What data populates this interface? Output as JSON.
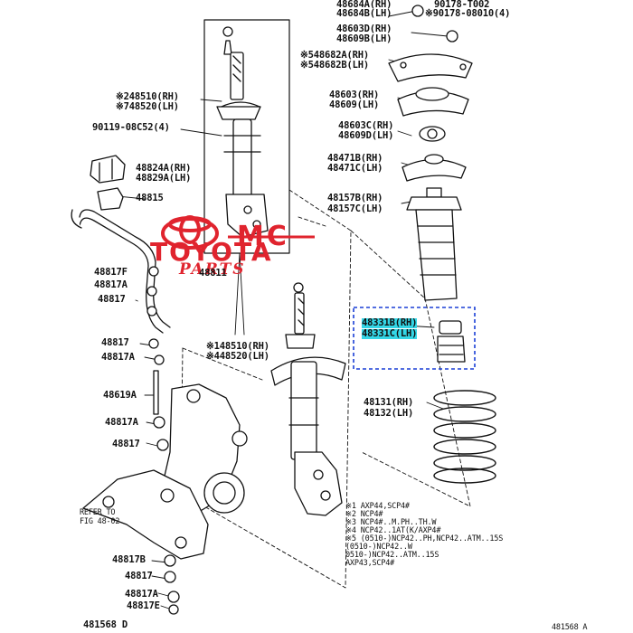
{
  "watermark": {
    "line1": "MC",
    "line2": "TOYOTA",
    "line3": "PARTS"
  },
  "labels": {
    "l01": "48684A(RH)",
    "l02": "48684B(LH)",
    "l03": "90178-T002",
    "l04": "※90178-08010(4)",
    "l05": "48603D(RH)",
    "l06": "48609B(LH)",
    "l07": "※548682A(RH)",
    "l08": "※548682B(LH)",
    "l09": "48603(RH)",
    "l10": "48609(LH)",
    "l11": "48603C(RH)",
    "l12": "48609D(LH)",
    "l13": "48471B(RH)",
    "l14": "48471C(LH)",
    "l15": "48157B(RH)",
    "l16": "48157C(LH)",
    "l17": "48331B(RH)",
    "l18": "48331C(LH)",
    "l19": "48131(RH)",
    "l20": "48132(LH)",
    "l21": "※248510(RH)",
    "l22": "※748520(LH)",
    "l23": "90119-08C52(4)",
    "l24": "48824A(RH)",
    "l25": "48829A(LH)",
    "l26": "48815",
    "l27": "48817F",
    "l28": "48817A",
    "l29": "48817",
    "l30": "48811",
    "l31": "48817",
    "l32": "48817A",
    "l33": "※148510(RH)",
    "l34": "※448520(LH)",
    "l35": "48619A",
    "l36": "48817A",
    "l37": "48817",
    "l38": "REFER TO",
    "l39": "FIG 48-02",
    "l40": "48817B",
    "l41": "48817",
    "l42": "48817A",
    "l43": "48817E",
    "l44": "481568 D",
    "l45": "481568 A"
  },
  "notes": [
    "※1 AXP44,SCP4#",
    "※2 NCP4#",
    "※3 NCP4#..M.PH..TH.W",
    "※4 NCP42..1AT(K/AXP4#",
    "※5 (0510-)NCP42..PH,NCP42..ATM..15S",
    "(0510-)NCP42..W",
    "0510-)NCP42..ATM..15S",
    "AXP43,SCP4#"
  ]
}
